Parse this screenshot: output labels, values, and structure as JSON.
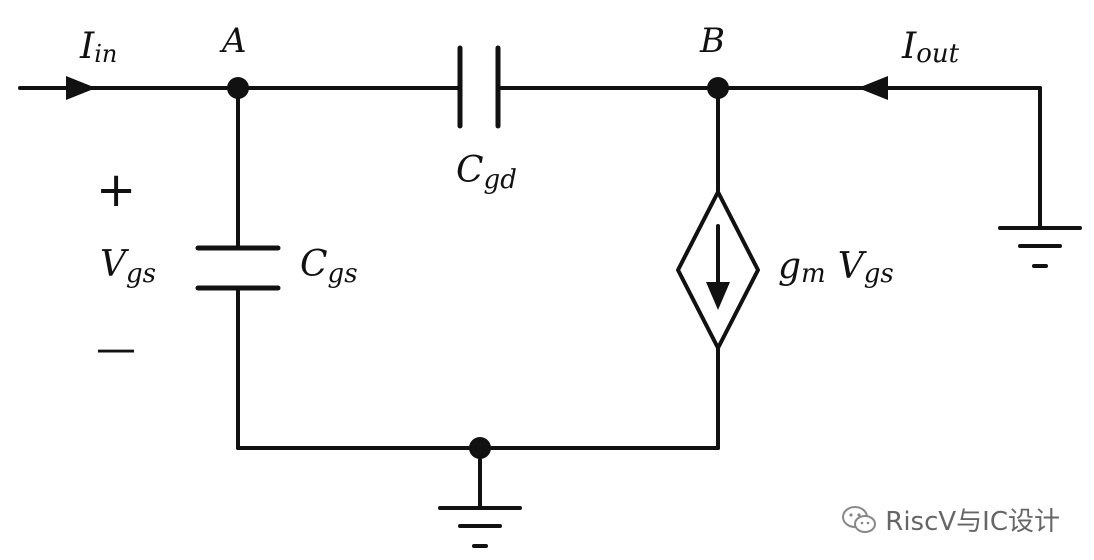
{
  "nodes": {
    "a": "A",
    "b": "B"
  },
  "currents": {
    "in": {
      "main": "I",
      "sub": "in"
    },
    "out": {
      "main": "I",
      "sub": "out"
    }
  },
  "components": {
    "cgd": {
      "main": "C",
      "sub": "gd"
    },
    "cgs": {
      "main": "C",
      "sub": "gs"
    },
    "source": {
      "g": "g",
      "gsub": "m",
      "v": "V",
      "vsub": "gs"
    }
  },
  "voltage": {
    "main": "V",
    "sub": "gs",
    "plus": "+",
    "minus": "—"
  },
  "watermark": {
    "text": "RiscV与IC设计",
    "icon": "wechat-icon"
  }
}
